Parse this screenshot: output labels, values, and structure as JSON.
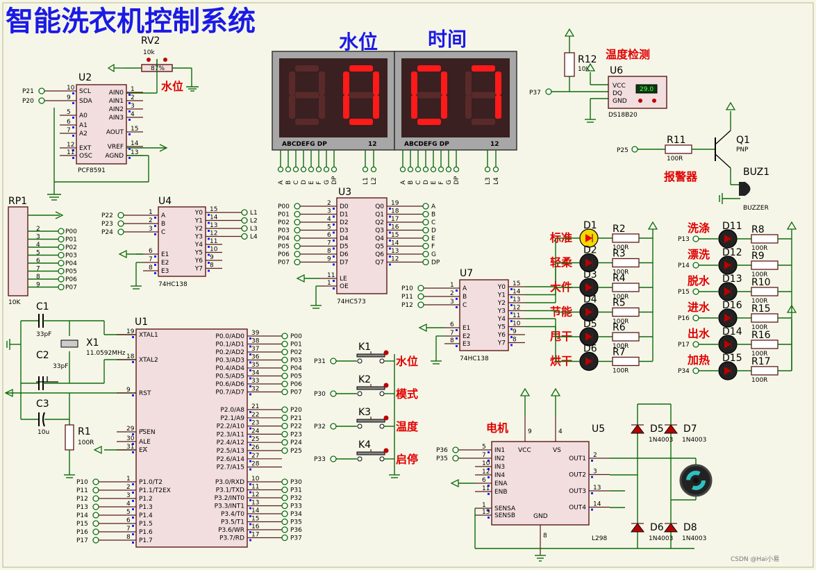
{
  "title": "智能洗衣机控制系统",
  "watermark": "CSDN @Hai小易",
  "display": {
    "label_water": "水位",
    "label_time": "时间",
    "left_digits": [
      "",
      "0"
    ],
    "right_digits": [
      "0",
      "7"
    ],
    "seg_labels": "ABCDEFG  DP",
    "digit_labels": "12",
    "pin_labels": [
      "A",
      "B",
      "C",
      "D",
      "E",
      "F",
      "G",
      "DP",
      "L1",
      "L2"
    ],
    "pin_labels_right": [
      "A",
      "B",
      "C",
      "D",
      "E",
      "F",
      "G",
      "DP",
      "L3",
      "L4"
    ]
  },
  "rv2": {
    "ref": "RV2",
    "value": "10k",
    "percent": "87%",
    "note": "水位"
  },
  "u2": {
    "ref": "U2",
    "part": "PCF8591",
    "left_pins": [
      "SCL",
      "SDA",
      "A0",
      "A1",
      "A2",
      "EXT",
      "OSC"
    ],
    "left_nums": [
      "10",
      "9",
      "5",
      "6",
      "7",
      "12",
      "11"
    ],
    "right_pins": [
      "AIN0",
      "AIN1",
      "AIN2",
      "AIN3",
      "AOUT",
      "VREF",
      "AGND"
    ],
    "right_nums": [
      "1",
      "2",
      "3",
      "4",
      "15",
      "14",
      "13"
    ],
    "net_labels": [
      "P21",
      "P20"
    ]
  },
  "temp": {
    "title": "温度检测",
    "r_ref": "R12",
    "r_val": "10K",
    "u_ref": "U6",
    "part": "DS18B20",
    "reading": "29.0",
    "pins": [
      "VCC",
      "DQ",
      "GND"
    ],
    "net": "P37"
  },
  "buzzer": {
    "r_ref": "R11",
    "r_val": "100R",
    "q_ref": "Q1",
    "q_type": "PNP",
    "ref": "BUZ1",
    "part": "BUZZER",
    "label": "报警器",
    "net": "P25"
  },
  "rp1": {
    "ref": "RP1",
    "value": "10K",
    "nets": [
      "P00",
      "P01",
      "P02",
      "P03",
      "P04",
      "P05",
      "P06",
      "P07"
    ]
  },
  "u4": {
    "ref": "U4",
    "part": "74HC138",
    "in_nets": [
      "P22",
      "P23",
      "P24"
    ],
    "left_pins": [
      "A",
      "B",
      "C",
      "E1",
      "E2",
      "E3"
    ],
    "right_pins": [
      "Y0",
      "Y1",
      "Y2",
      "Y3",
      "Y4",
      "Y5",
      "Y6",
      "Y7"
    ],
    "out_nets": [
      "L1",
      "L2",
      "L3",
      "L4"
    ]
  },
  "u3": {
    "ref": "U3",
    "part": "74HC573",
    "in_pins": [
      "D0",
      "D1",
      "D2",
      "D3",
      "D4",
      "D5",
      "D6",
      "D7",
      "LE",
      "OE"
    ],
    "out_pins": [
      "Q0",
      "Q1",
      "Q2",
      "Q3",
      "Q4",
      "Q5",
      "Q6",
      "Q7"
    ],
    "in_nets": [
      "P00",
      "P01",
      "P02",
      "P03",
      "P04",
      "P05",
      "P06",
      "P07"
    ],
    "out_nets": [
      "A",
      "B",
      "C",
      "D",
      "E",
      "F",
      "G",
      "DP"
    ]
  },
  "u7": {
    "ref": "U7",
    "part": "74HC138",
    "in_nets": [
      "P10",
      "P11",
      "P12"
    ],
    "left_pins": [
      "A",
      "B",
      "C",
      "E1",
      "E2",
      "E3"
    ],
    "right_pins": [
      "Y0",
      "Y1",
      "Y2",
      "Y3",
      "Y4",
      "Y5",
      "Y6",
      "Y7"
    ]
  },
  "leds_left": [
    {
      "label": "标准",
      "ref": "D1",
      "r": "R2",
      "rv": "100R"
    },
    {
      "label": "轻柔",
      "ref": "D2",
      "r": "R3",
      "rv": "100R"
    },
    {
      "label": "大件",
      "ref": "D3",
      "r": "R4",
      "rv": "100R"
    },
    {
      "label": "节能",
      "ref": "D4",
      "r": "R5",
      "rv": "100R"
    },
    {
      "label": "甩干",
      "ref": "D5",
      "r": "R6",
      "rv": "100R"
    },
    {
      "label": "烘干",
      "ref": "D6",
      "r": "R7",
      "rv": "100R"
    }
  ],
  "leds_right": [
    {
      "label": "洗涤",
      "ref": "D11",
      "r": "R8",
      "rv": "100R",
      "net": "P13"
    },
    {
      "label": "漂洗",
      "ref": "D12",
      "r": "R9",
      "rv": "100R",
      "net": "P14"
    },
    {
      "label": "脱水",
      "ref": "D13",
      "r": "R10",
      "rv": "100R",
      "net": "P15"
    },
    {
      "label": "进水",
      "ref": "D16",
      "r": "R15",
      "rv": "100R",
      "net": "P16"
    },
    {
      "label": "出水",
      "ref": "D14",
      "r": "R16",
      "rv": "100R",
      "net": "P17"
    },
    {
      "label": "加热",
      "ref": "D15",
      "r": "R17",
      "rv": "100R",
      "net": "P34"
    }
  ],
  "osc": {
    "c1": "C1",
    "c1v": "33pF",
    "c2": "C2",
    "c2v": "33pF",
    "x1": "X1",
    "x1v": "11.0592MHz",
    "c3": "C3",
    "c3v": "10u",
    "r1": "R1",
    "r1v": "100R"
  },
  "u1": {
    "ref": "U1",
    "left_pins": [
      "XTAL1",
      "XTAL2",
      "RST",
      "PSEN",
      "ALE",
      "EA",
      "P1.0/T2",
      "P1.1/T2EX",
      "P1.2",
      "P1.3",
      "P1.4",
      "P1.5",
      "P1.6",
      "P1.7"
    ],
    "left_nums": [
      "19",
      "18",
      "9",
      "29",
      "30",
      "31",
      "1",
      "2",
      "3",
      "4",
      "5",
      "6",
      "7",
      "8"
    ],
    "right_pins": [
      "P0.0/AD0",
      "P0.1/AD1",
      "P0.2/AD2",
      "P0.3/AD3",
      "P0.4/AD4",
      "P0.5/AD5",
      "P0.6/AD6",
      "P0.7/AD7",
      "P2.0/A8",
      "P2.1/A9",
      "P2.2/A10",
      "P2.3/A11",
      "P2.4/A12",
      "P2.5/A13",
      "P2.6/A14",
      "P2.7/A15",
      "P3.0/RXD",
      "P3.1/TXD",
      "P3.2/INT0",
      "P3.3/INT1",
      "P3.4/T0",
      "P3.5/T1",
      "P3.6/WR",
      "P3.7/RD"
    ],
    "right_nums": [
      "39",
      "38",
      "37",
      "36",
      "35",
      "34",
      "33",
      "32",
      "21",
      "22",
      "23",
      "24",
      "25",
      "26",
      "27",
      "28",
      "10",
      "11",
      "12",
      "13",
      "14",
      "15",
      "16",
      "17"
    ],
    "right_nets": [
      "P00",
      "P01",
      "P02",
      "P03",
      "P04",
      "P05",
      "P06",
      "P07",
      "P20",
      "P21",
      "P22",
      "P23",
      "P24",
      "P25",
      "",
      "",
      "P30",
      "P31",
      "P32",
      "P33",
      "P34",
      "P35",
      "P36",
      "P37"
    ],
    "left_nets": [
      "P10",
      "P11",
      "P12",
      "P13",
      "P14",
      "P15",
      "P16",
      "P17"
    ]
  },
  "keys": [
    {
      "ref": "K1",
      "net": "P31",
      "label": "水位"
    },
    {
      "ref": "K2",
      "net": "P30",
      "label": "模式"
    },
    {
      "ref": "K3",
      "net": "P32",
      "label": "温度"
    },
    {
      "ref": "K4",
      "net": "P33",
      "label": "启停"
    }
  ],
  "motor": {
    "label": "电机",
    "u_ref": "U5",
    "part": "L298",
    "left_pins": [
      "IN1",
      "IN2",
      "IN3",
      "IN4",
      "ENA",
      "ENB",
      "SENSA",
      "SENSB"
    ],
    "left_nums": [
      "5",
      "7",
      "10",
      "12",
      "6",
      "11",
      "1",
      "15"
    ],
    "top_pins": [
      "VCC",
      "VS"
    ],
    "top_nums": [
      "9",
      "4"
    ],
    "gnd": "GND",
    "gnd_num": "8",
    "right_pins": [
      "OUT1",
      "OUT2",
      "OUT3",
      "OUT4"
    ],
    "right_nums": [
      "2",
      "3",
      "13",
      "14"
    ],
    "nets": [
      "P36",
      "P35"
    ],
    "diodes": [
      {
        "ref": "D5",
        "part": "1N4003"
      },
      {
        "ref": "D7",
        "part": "1N4003"
      },
      {
        "ref": "D6",
        "part": "1N4003"
      },
      {
        "ref": "D8",
        "part": "1N4003"
      }
    ]
  }
}
